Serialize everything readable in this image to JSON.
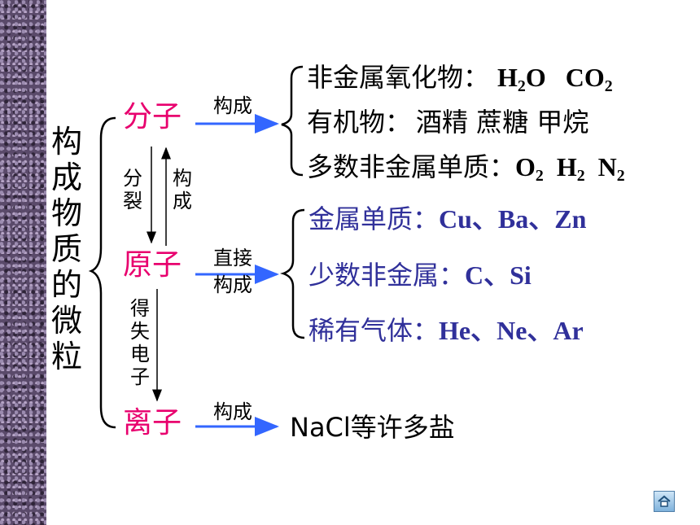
{
  "left_title": "构成物质的微粒",
  "particles": {
    "molecule": "分子",
    "atom": "原子",
    "ion": "离子"
  },
  "vertical_labels": {
    "split": "分裂",
    "compose": "构成",
    "gain_lose_electrons": "得失电子"
  },
  "arrow_labels": {
    "molecule": "构成",
    "atom_line1": "直接",
    "atom_line2": "构成",
    "ion": "构成"
  },
  "molecule_examples": [
    {
      "label": "非金属氧化物：",
      "formula": "H₂O CO₂"
    },
    {
      "label": "有机物：",
      "formula": "酒精 蔗糖 甲烷"
    },
    {
      "label": "多数非金属单质：",
      "formula": "O₂ H₂ N₂"
    }
  ],
  "atom_examples": [
    {
      "label": "金属单质：",
      "formula": "Cu、Ba、Zn"
    },
    {
      "label": "少数非金属：",
      "formula": "C、Si"
    },
    {
      "label": "稀有气体：",
      "formula": "He、Ne、Ar"
    }
  ],
  "ion_example": "NaCl等许多盐",
  "colors": {
    "particle": "#e8006e",
    "atom_examples": "#30309a",
    "arrow": "#3366ff"
  },
  "icons": [
    "home-icon"
  ]
}
